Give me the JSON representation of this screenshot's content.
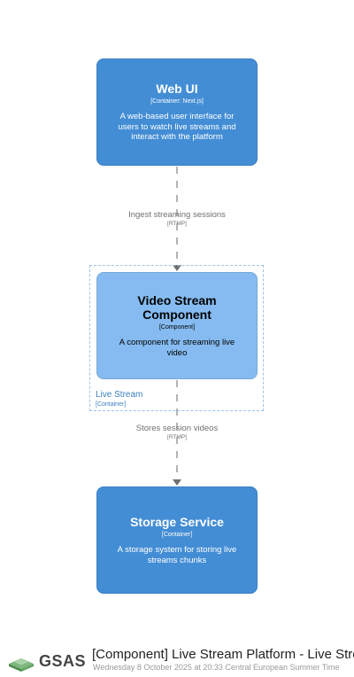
{
  "nodes": {
    "web_ui": {
      "title": "Web UI",
      "technology": "[Container: Next.js]",
      "description": "A web-based user interface for users to watch live streams and interact with the platform"
    },
    "video_stream": {
      "title": "Video Stream Component",
      "technology": "[Component]",
      "description": "A component for streaming live video"
    },
    "storage": {
      "title": "Storage Service",
      "technology": "[Container]",
      "description": "A storage system for storing live streams chunks"
    }
  },
  "boundary": {
    "name": "Live Stream",
    "type": "[Container]"
  },
  "relationships": [
    {
      "label": "Ingest streaming sessions",
      "technology": "[RTMP]"
    },
    {
      "label": "Stores session videos",
      "technology": "[RTMP]"
    }
  ],
  "footer": {
    "logo_text": "GSAS",
    "title": "[Component] Live Stream Platform - Live Stream",
    "subtitle": "Wednesday 8 October 2025 at 20:33 Central European Summer Time"
  },
  "colors": {
    "container": "#438dd5",
    "component": "#85bbf0",
    "boundary": "#9fc2e6",
    "edge": "#707070"
  }
}
